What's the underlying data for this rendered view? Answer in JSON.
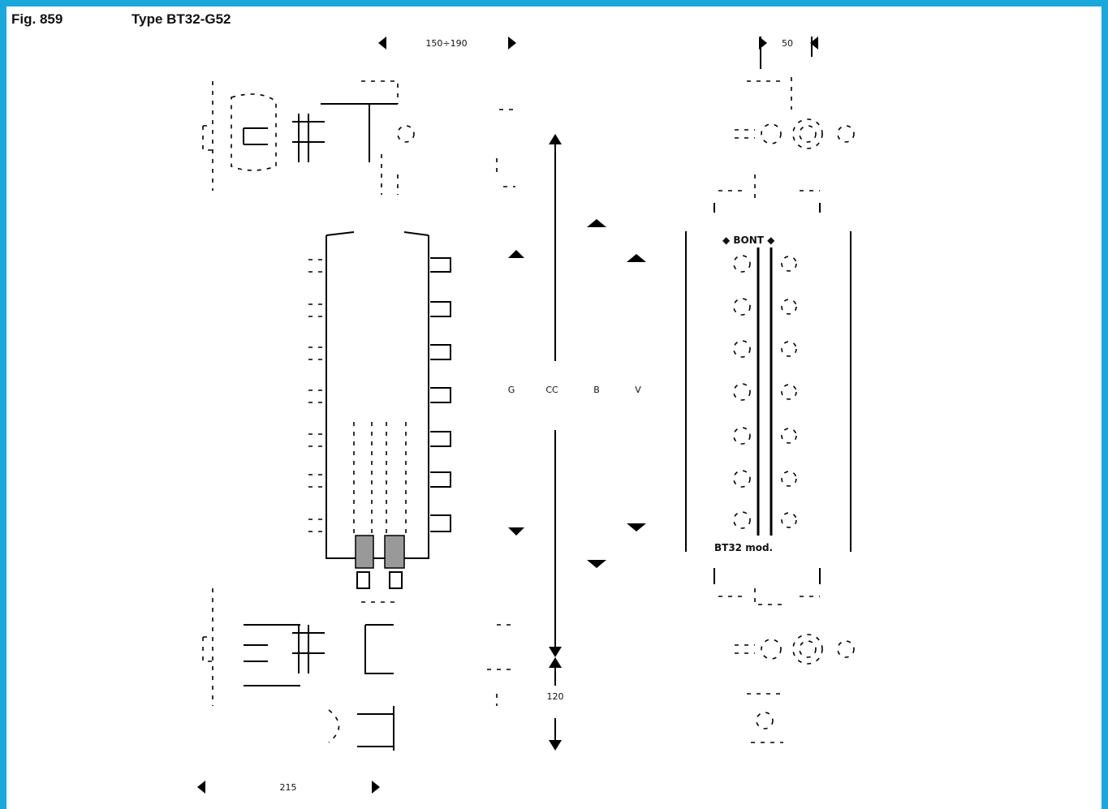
{
  "figure": {
    "number": "Fig. 859",
    "type": "Type BT32-G52",
    "colors": {
      "frame": "#1aa7dc",
      "lines": "#000000"
    }
  },
  "dimensions": {
    "top_width": "150÷190",
    "right_width": "50",
    "bottom_width": "215",
    "letter_g": "G",
    "letter_cc": "CC",
    "letter_b": "B",
    "letter_v": "V",
    "drain": "120"
  },
  "nameplate": {
    "top": "◆ BONT ◆",
    "bottom": "BT32 mod."
  }
}
